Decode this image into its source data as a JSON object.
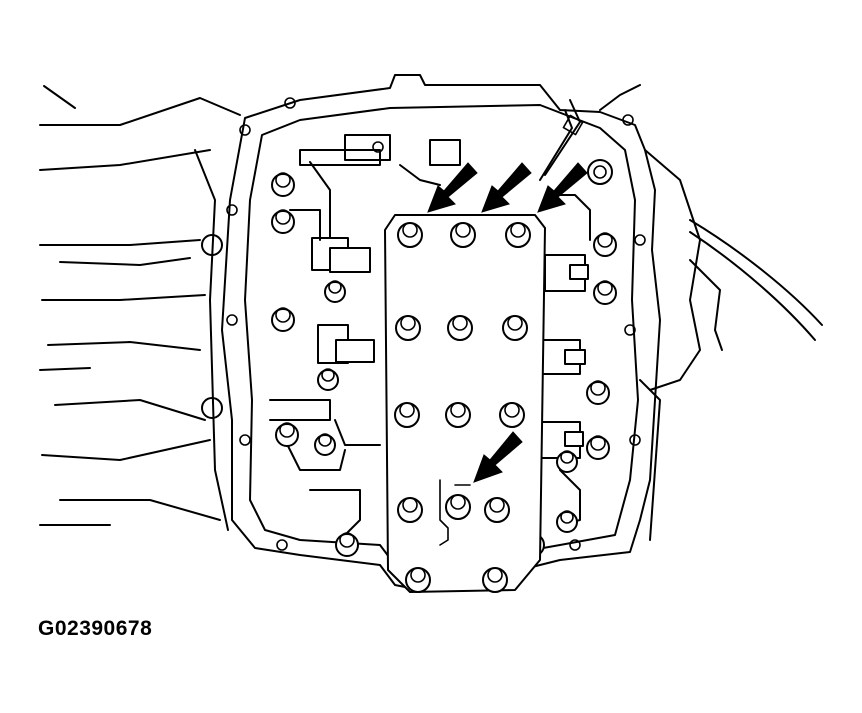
{
  "figure": {
    "code": "G02390678"
  },
  "colors": {
    "line": "#000000",
    "background": "#ffffff"
  },
  "callouts": {
    "arrows": [
      {
        "name": "arrow-bolt-top-left"
      },
      {
        "name": "arrow-bolt-top-center"
      },
      {
        "name": "arrow-bolt-top-right"
      },
      {
        "name": "arrow-bolt-lower"
      }
    ]
  }
}
